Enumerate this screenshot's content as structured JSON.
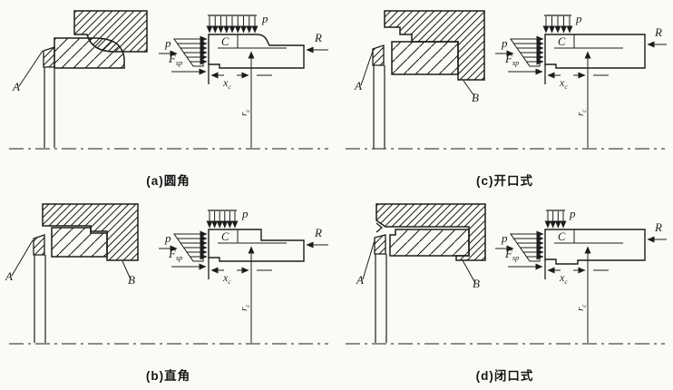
{
  "figure": {
    "panels": [
      {
        "key": "a",
        "caption": "(a)圆角"
      },
      {
        "key": "b",
        "caption": "(b)直角"
      },
      {
        "key": "c",
        "caption": "(c)开口式"
      },
      {
        "key": "d",
        "caption": "(d)闭口式"
      }
    ],
    "labels": {
      "part_a": "A",
      "part_b": "B",
      "pressure_side": "p",
      "pressure_top": "p",
      "reaction": "R",
      "spring_force_main": "F",
      "spring_force_sub": "sp",
      "centroid": "C",
      "x_dim_main": "x",
      "x_dim_sub": "c",
      "r_dim_main": "r",
      "r_dim_sub": "c"
    },
    "colors": {
      "line": "#1c1c1c",
      "paper": "#fbfaf6"
    }
  }
}
